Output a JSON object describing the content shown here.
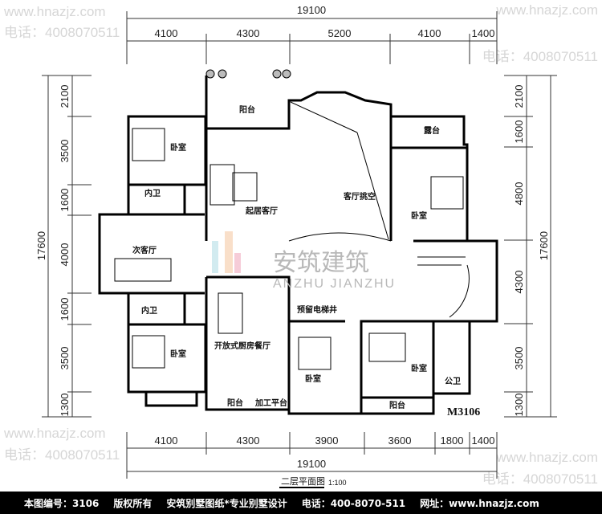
{
  "plan": {
    "title": "二层平面图",
    "scale": "1:100",
    "plan_code": "M3106",
    "rooms": {
      "balcony_top": "阳台",
      "bedroom_nw": "卧室",
      "bath_upper": "内卫",
      "living_upper": "起居客厅",
      "void": "客厅挑空",
      "terrace": "露台",
      "bedroom_ne": "卧室",
      "second_living": "次客厅",
      "bath_lower": "内卫",
      "bedroom_sw": "卧室",
      "kitchen": "开放式厨房餐厅",
      "elevator": "预留电梯井",
      "bedroom_s1": "卧室",
      "bedroom_s2": "卧室",
      "public_bath": "公卫",
      "balcony_s1": "阳台",
      "work_platform": "加工平台",
      "balcony_s2": "阳台"
    }
  },
  "dimensions": {
    "top_total": "19100",
    "top": [
      "4100",
      "4300",
      "5200",
      "4100",
      "1400"
    ],
    "bottom": [
      "4100",
      "4300",
      "3900",
      "3600",
      "1800",
      "1400"
    ],
    "bottom_total": "19100",
    "left": [
      "2100",
      "3500",
      "1600",
      "4000",
      "1600",
      "3500",
      "1300"
    ],
    "left_total": "17600",
    "right": [
      "2100",
      "1600",
      "4800",
      "4300",
      "3500",
      "1300"
    ],
    "right_total": "17600"
  },
  "watermark": {
    "logo_cn": "安筑建筑",
    "logo_en": "ANZHU JIANZHU",
    "site": "www.hnazjz.com",
    "phone": "电话：4008070511"
  },
  "footer": {
    "code": "本图编号：3106",
    "copyright": "版权所有",
    "slogan": "安筑别墅图纸*专业别墅设计",
    "phone": "电话：400-8070-511",
    "website": "网址：www.hnazjz.com"
  }
}
